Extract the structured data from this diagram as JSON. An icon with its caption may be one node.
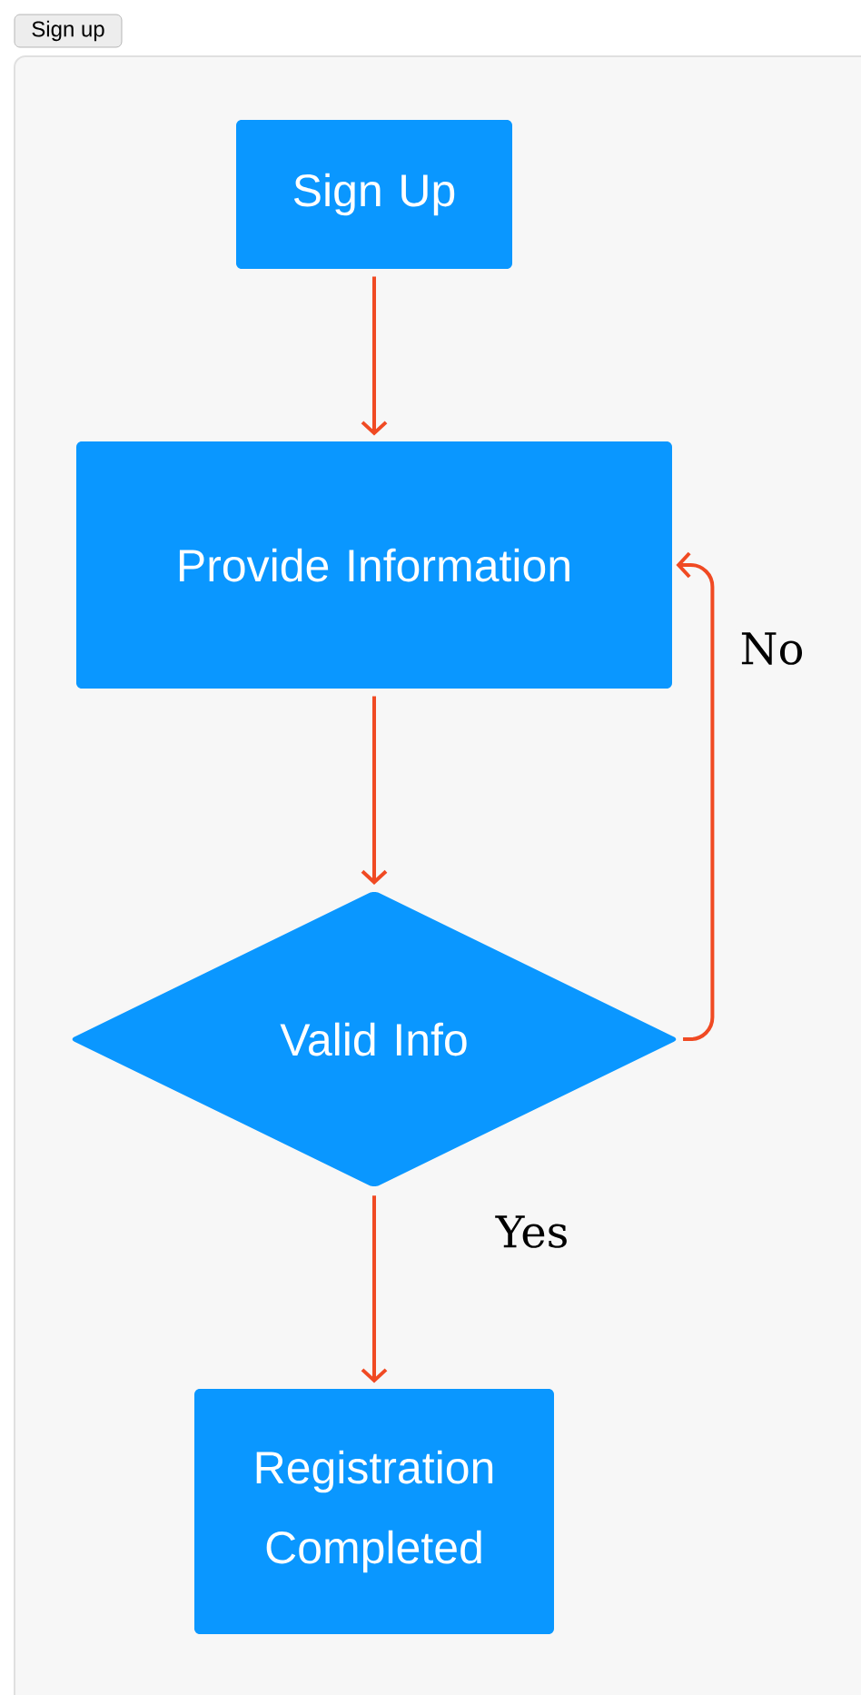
{
  "diagram": {
    "nodes": [
      {
        "text": [
          "Sign Up"
        ]
      },
      {
        "text": [
          "Provide Information"
        ]
      },
      {
        "text": [
          "Valid Info"
        ]
      },
      {
        "text": [
          "Registration Completed"
        ]
      }
    ],
    "edges": [
      {
        "from": 0,
        "to": 1,
        "arrow": "to"
      },
      {
        "from": 1,
        "to": 2,
        "arrow": "to"
      },
      {
        "from": 2,
        "to": 1,
        "arrow": "to",
        "label": "No"
      },
      {
        "from": 2,
        "to": 3,
        "arrow": "to",
        "label": "Yes"
      }
    ],
    "labels": [
      "Sign up"
    ]
  }
}
